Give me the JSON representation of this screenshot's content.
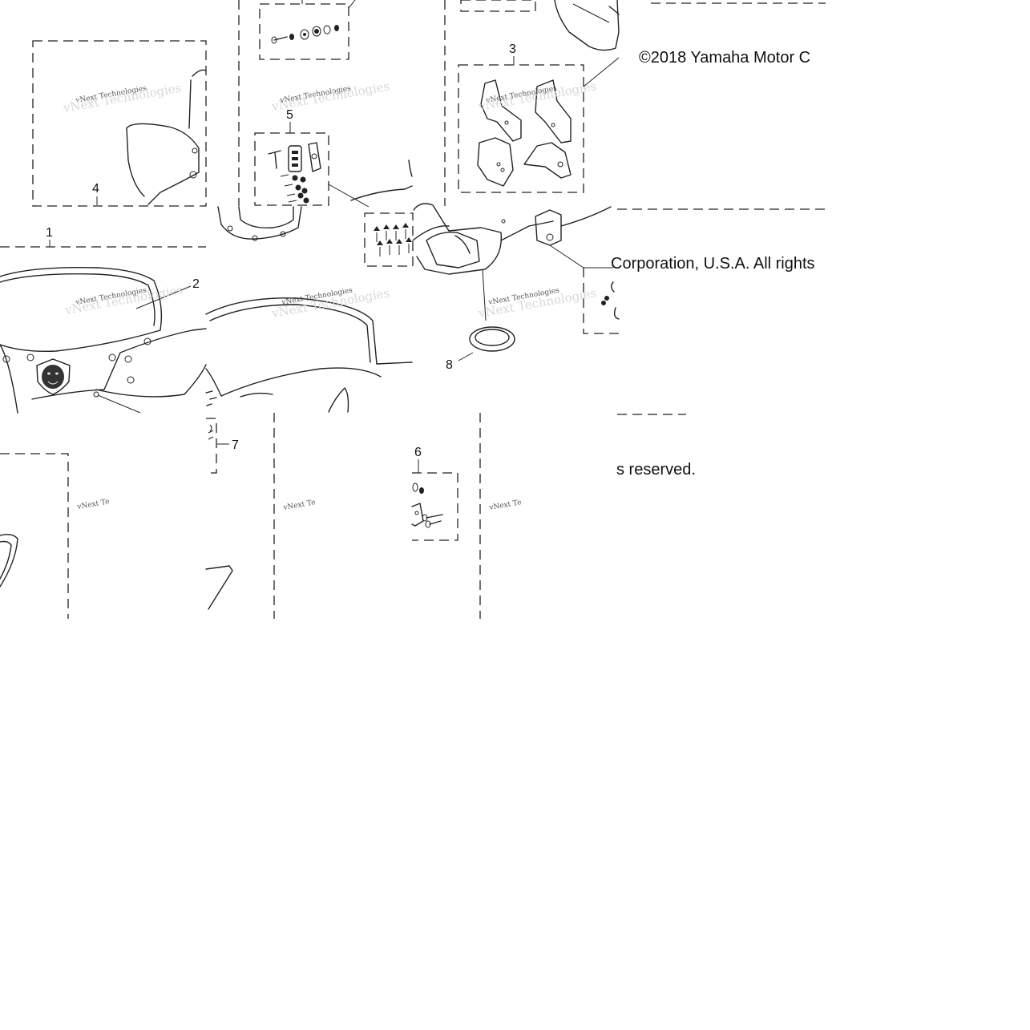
{
  "callouts": [
    "1",
    "2",
    "3",
    "4",
    "5",
    "6",
    "7",
    "8"
  ],
  "copyright": {
    "fragment_a": "©2018 Yamaha Motor C",
    "fragment_b": "Corporation, U.S.A. All rights",
    "fragment_c": "s reserved."
  },
  "watermark": {
    "small": "vNext Technologies",
    "big": "vNext Technologies",
    "truncated": "vNext Te"
  },
  "colors": {
    "line": "#222222",
    "background": "#ffffff",
    "watermark": "#d8d8d8"
  }
}
